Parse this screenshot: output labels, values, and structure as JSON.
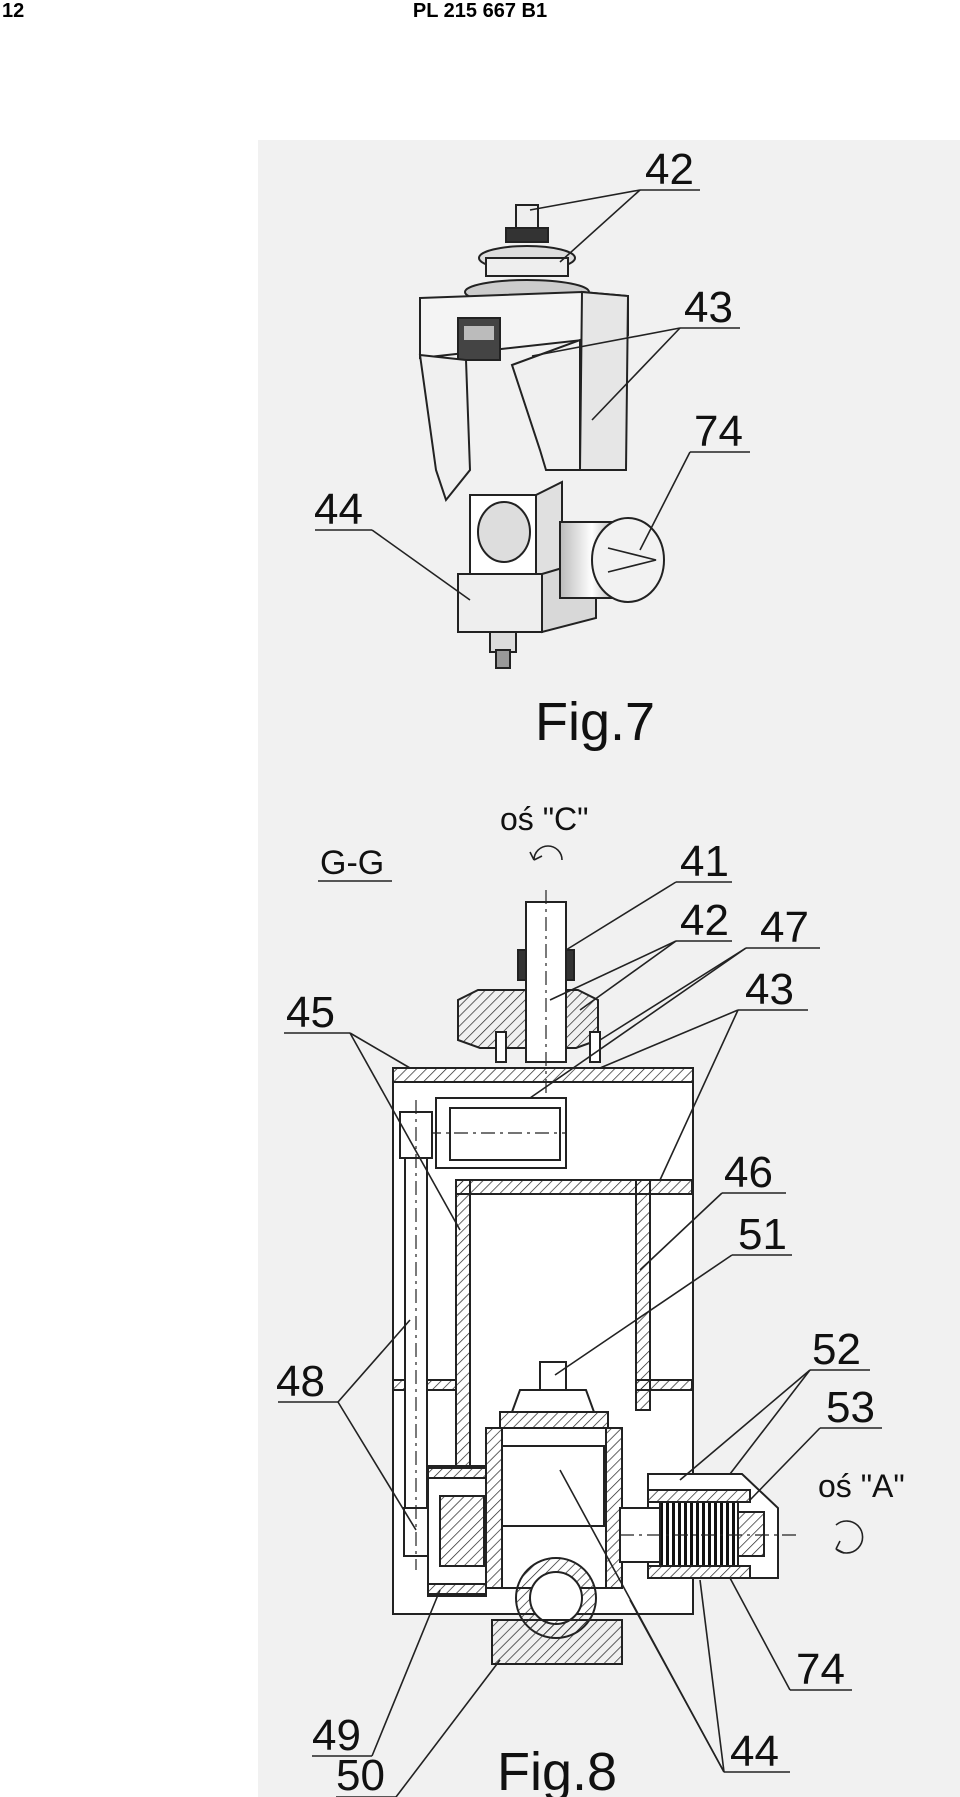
{
  "header": {
    "page_number": "12",
    "patent_number": "PL 215 667 B1"
  },
  "figure7": {
    "caption": "Fig.7",
    "labels": [
      "42",
      "43",
      "74",
      "44"
    ]
  },
  "figure8": {
    "caption": "Fig.8",
    "section_label": "G-G",
    "axis_c": "oś \"C\"",
    "axis_a": "oś \"A\"",
    "labels": [
      "41",
      "42",
      "47",
      "43",
      "45",
      "46",
      "51",
      "52",
      "53",
      "48",
      "74",
      "49",
      "50",
      "44"
    ]
  }
}
